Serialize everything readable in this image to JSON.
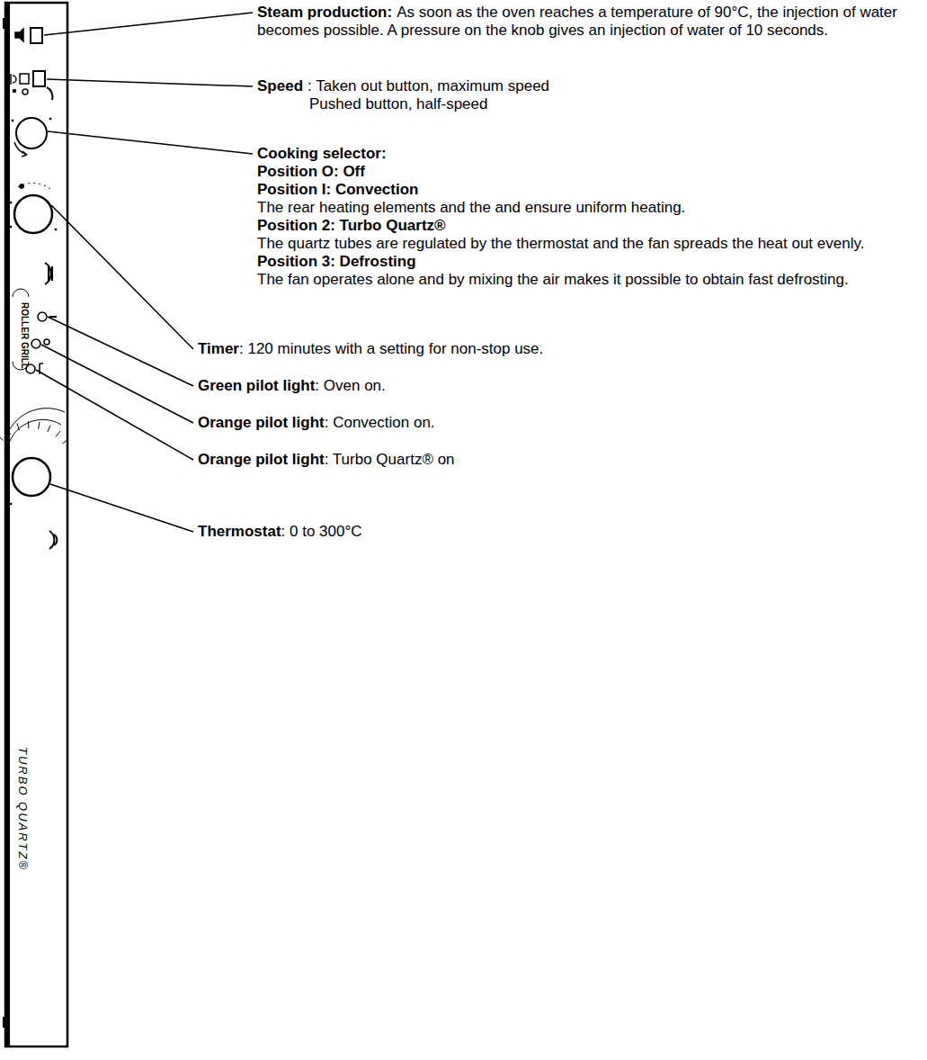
{
  "diagram": {
    "labels": [
      "Steam production:",
      "As soon as the oven reaches a temperature of  90°C, the injection of water becomes possible. A pressure on the knob gives an injection of water of 10 seconds.",
      "Speed",
      ": Taken out button, maximum speed",
      "Pushed button, half-speed",
      "Cooking selector:",
      "Position O: Off",
      "Position I: Convection",
      "The rear heating elements and the and ensure uniform heating.",
      "Position 2: Turbo Quartz®",
      "The quartz tubes are regulated by the thermostat and the fan spreads the heat out evenly.",
      "Position 3: Defrosting",
      "The fan operates alone and by mixing the air makes it possible to obtain fast defrosting.",
      "Timer",
      ": 120 minutes with a setting for non-stop use.",
      "Green pilot light",
      ": Oven on.",
      "Orange pilot light",
      ": Convection on.",
      "Orange pilot light",
      ": Turbo Quartz® on",
      "Thermostat",
      ": 0 to 300°C",
      "ROLLER GRILL",
      "TURBO QUARTZ®"
    ]
  }
}
